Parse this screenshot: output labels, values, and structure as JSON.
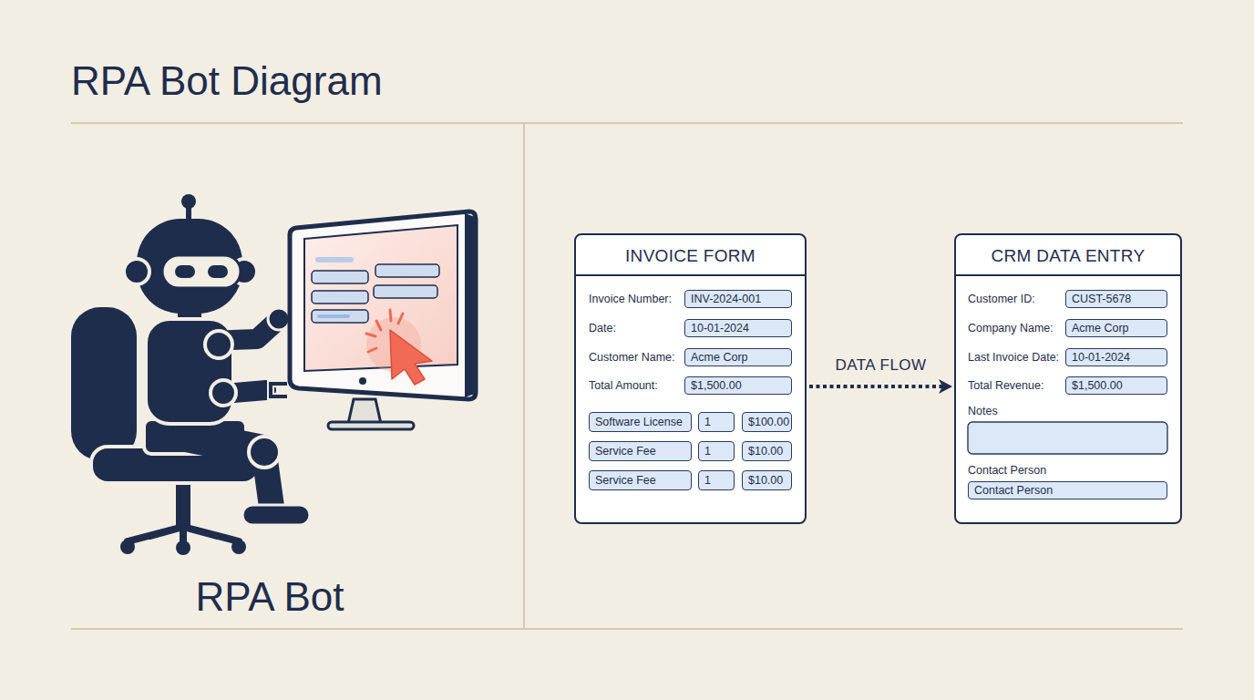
{
  "diagram": {
    "title": "RPA Bot Diagram",
    "nodes": [
      {
        "text": [
          "INVOICE FORM",
          "Invoice Number:",
          "Date:",
          "Customer Name:",
          "Total Amount:"
        ]
      },
      {
        "text": [
          "INV-2024-001"
        ],
        "in": 0
      },
      {
        "text": [
          "10-01-2024"
        ],
        "in": 0
      },
      {
        "text": [
          "Acme Corp"
        ],
        "in": 0
      },
      {
        "text": [
          "$1,500.00"
        ],
        "in": 0
      },
      {
        "text": [
          "Software License"
        ],
        "in": 0
      },
      {
        "text": [
          "1"
        ],
        "in": 0
      },
      {
        "text": [
          "$100.00"
        ],
        "in": 0
      },
      {
        "text": [
          "Service Fee"
        ],
        "in": 0
      },
      {
        "text": [
          "1"
        ],
        "in": 0
      },
      {
        "text": [
          "$10.00"
        ],
        "in": 0
      },
      {
        "text": [
          "Service Fee"
        ],
        "in": 0
      },
      {
        "text": [
          "1"
        ],
        "in": 0
      },
      {
        "text": [
          "$10.00"
        ],
        "in": 0
      },
      {
        "text": [
          "CRM DATA ENTRY",
          "Customer ID:",
          "Company Name:",
          "Last Invoice Date:",
          "Total Revenue:",
          "Notes",
          "Contact Person"
        ]
      },
      {
        "text": [
          "CUST-5678"
        ],
        "in": 14
      },
      {
        "text": [
          "Acme Corp"
        ],
        "in": 14
      },
      {
        "text": [
          "10-01-2024"
        ],
        "in": 14
      },
      {
        "text": [
          "$1,500.00"
        ],
        "in": 14
      },
      {
        "text": [
          "Contact Person"
        ],
        "in": 14
      }
    ],
    "edges": [
      {
        "from": 0,
        "to": 14,
        "arrow": "to",
        "label": "DATA FLOW"
      }
    ],
    "labels": [
      "RPA Bot"
    ]
  }
}
